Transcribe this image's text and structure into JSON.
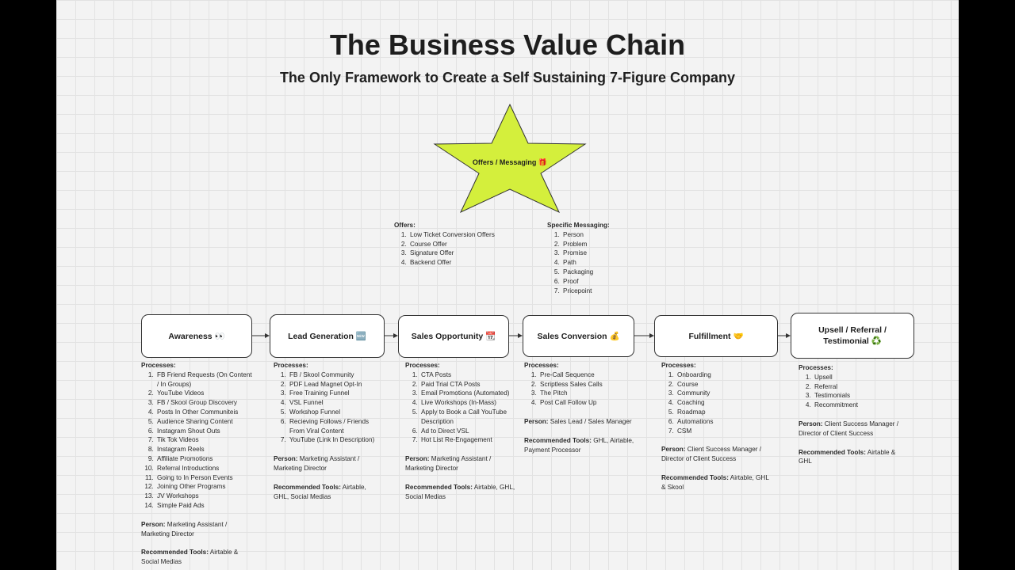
{
  "title": "The Business Value Chain",
  "subtitle": "The Only Framework to Create a Self Sustaining 7-Figure Company",
  "center": {
    "label": "Offers / Messaging 🎁",
    "color": "#d4ef3c",
    "offers": {
      "heading": "Offers:",
      "items": [
        "Low Ticket Conversion Offers",
        "Course Offer",
        "Signature Offer",
        "Backend Offer"
      ]
    },
    "messaging": {
      "heading": "Specific Messaging:",
      "items": [
        "Person",
        "Problem",
        "Promise",
        "Path",
        "Packaging",
        "Proof",
        "Pricepoint"
      ]
    }
  },
  "stages": [
    {
      "label": "Awareness 👀",
      "processes_heading": "Processes:",
      "processes": [
        "FB Friend Requests (On Content / In Groups)",
        "YouTube Videos",
        "FB / Skool Group Discovery",
        "Posts In Other Communiteis",
        "Audience Sharing Content",
        "Instagram Shout Outs",
        "Tik Tok Videos",
        "Instagram Reels",
        "Affiliate Promotions",
        "Referral Introductions",
        "Going to In Person Events",
        "Joining Other Programs",
        "JV Workshops",
        "Simple Paid Ads"
      ],
      "person_heading": "Person:",
      "person": "Marketing Assistant / Marketing Director",
      "tools_heading": "Recommended Tools:",
      "tools": "Airtable & Social Medias"
    },
    {
      "label": "Lead Generation 🆕",
      "processes_heading": "Processes:",
      "processes": [
        "FB / Skool Community",
        "PDF Lead Magnet Opt-In",
        "Free Training Funnel",
        "VSL Funnel",
        "Workshop Funnel",
        "Recieving Follows / Friends From Viral Content",
        "YouTube (Link In Description)"
      ],
      "person_heading": "Person:",
      "person": "Marketing Assistant / Marketing Director",
      "tools_heading": "Recommended Tools:",
      "tools": "Airtable, GHL, Social Medias"
    },
    {
      "label": "Sales Opportunity 📆",
      "processes_heading": "Processes:",
      "processes": [
        "CTA Posts",
        "Paid Trial CTA Posts",
        "Email Promotions (Automated)",
        "Live Workshops (In-Mass)",
        "Apply to Book a Call YouTube Description",
        "Ad to Direct VSL",
        "Hot List Re-Engagement"
      ],
      "person_heading": "Person:",
      "person": "Marketing Assistant / Marketing Director",
      "tools_heading": "Recommended Tools:",
      "tools": "Airtable, GHL, Social Medias"
    },
    {
      "label": "Sales Conversion 💰",
      "processes_heading": "Processes:",
      "processes": [
        "Pre-Call Sequence",
        "Scriptless Sales Calls",
        "The Pitch",
        "Post Call Follow Up"
      ],
      "person_heading": "Person:",
      "person": "Sales Lead / Sales Manager",
      "tools_heading": "Recommended Tools:",
      "tools": "GHL, Airtable, Payment Processor"
    },
    {
      "label": "Fulfillment 🤝",
      "processes_heading": "Processes:",
      "processes": [
        "Onboarding",
        "Course",
        "Community",
        "Coaching",
        "Roadmap",
        "Automations",
        "CSM"
      ],
      "person_heading": "Person:",
      "person": "Client Success Manager / Director of Client Success",
      "tools_heading": "Recommended Tools:",
      "tools": "Airtable, GHL & Skool"
    },
    {
      "label": "Upsell / Referral / Testimonial ♻️",
      "processes_heading": "Processes:",
      "processes": [
        "Upsell",
        "Referral",
        "Testimonials",
        "Recommitment"
      ],
      "person_heading": "Person:",
      "person": "Client Success Manager / Director of Client Success",
      "tools_heading": "Recommended Tools:",
      "tools": "Airtable & GHL"
    }
  ]
}
